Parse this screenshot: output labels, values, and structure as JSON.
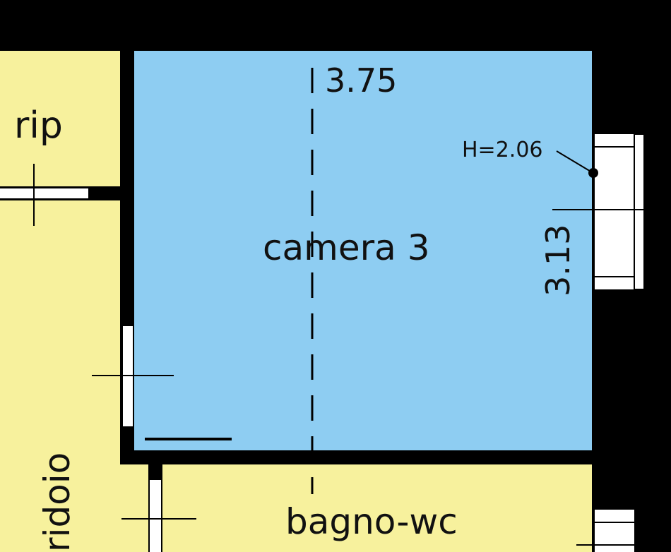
{
  "rooms": {
    "rip": "rip",
    "camera": "camera 3",
    "bagno": "bagno-wc",
    "corridoio": "ridoio"
  },
  "dimensions": {
    "width": "3.75",
    "depth": "3.13",
    "window_height": "H=2.06"
  },
  "colors": {
    "wall": "#000000",
    "bedroom_fill": "#8ecdf2",
    "service_fill": "#f7f19d",
    "opening": "#ffffff"
  }
}
